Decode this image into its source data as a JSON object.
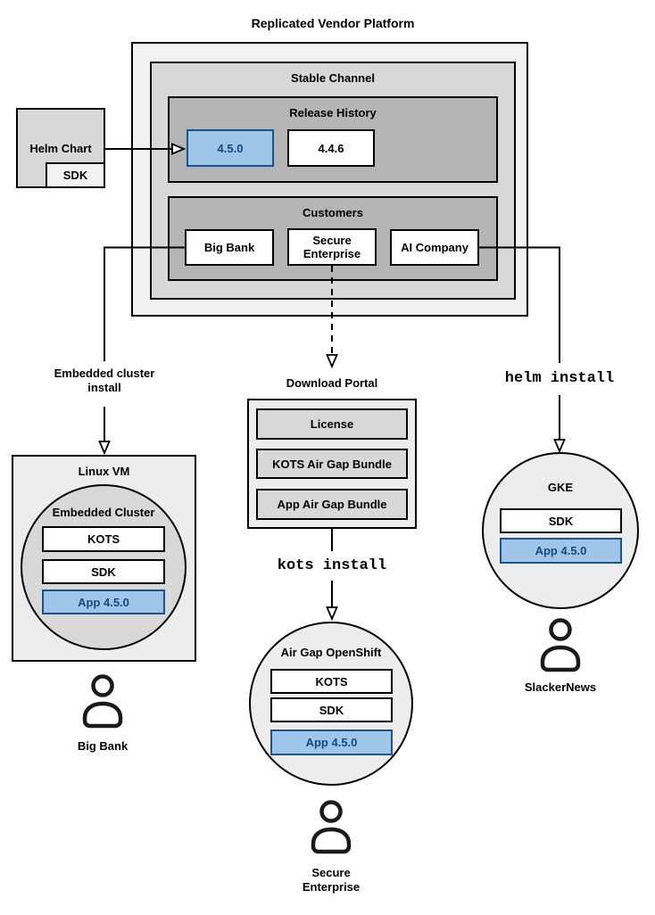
{
  "title": "Replicated Vendor Platform",
  "platform": {
    "channel_title": "Stable Channel",
    "release_history": {
      "title": "Release History",
      "current_release": "4.5.0",
      "previous_release": "4.4.6"
    },
    "customers": {
      "title": "Customers",
      "big_bank": "Big Bank",
      "secure_enterprise": "Secure Enterprise",
      "ai_company": "AI Company"
    }
  },
  "helm_chart": {
    "label": "Helm Chart",
    "sdk": "SDK"
  },
  "left_flow": {
    "arrow_label": "Embedded cluster install",
    "vm_title": "Linux VM",
    "cluster_title": "Embedded Cluster",
    "kots": "KOTS",
    "sdk": "SDK",
    "app": "App 4.5.0",
    "user": "Big Bank"
  },
  "center_flow": {
    "portal_title": "Download Portal",
    "license": "License",
    "kots_bundle": "KOTS Air Gap Bundle",
    "app_bundle": "App Air Gap Bundle",
    "command": "kots install",
    "cluster_title": "Air Gap OpenShift",
    "kots": "KOTS",
    "sdk": "SDK",
    "app": "App 4.5.0",
    "user": "Secure Enterprise"
  },
  "right_flow": {
    "command": "helm install",
    "cluster_title": "GKE",
    "sdk": "SDK",
    "app": "App 4.5.0",
    "user": "SlackerNews"
  },
  "colors": {
    "outer_fill": "#f2f2f2",
    "mid_fill": "#d8d8d8",
    "dark_fill": "#b5b5b5",
    "panel_fill": "#ededed",
    "white_fill": "#ffffff",
    "line": "#000000",
    "highlight_fill": "#9fc5e8",
    "highlight_border": "#1a5490",
    "highlight_text": "#14497f"
  }
}
